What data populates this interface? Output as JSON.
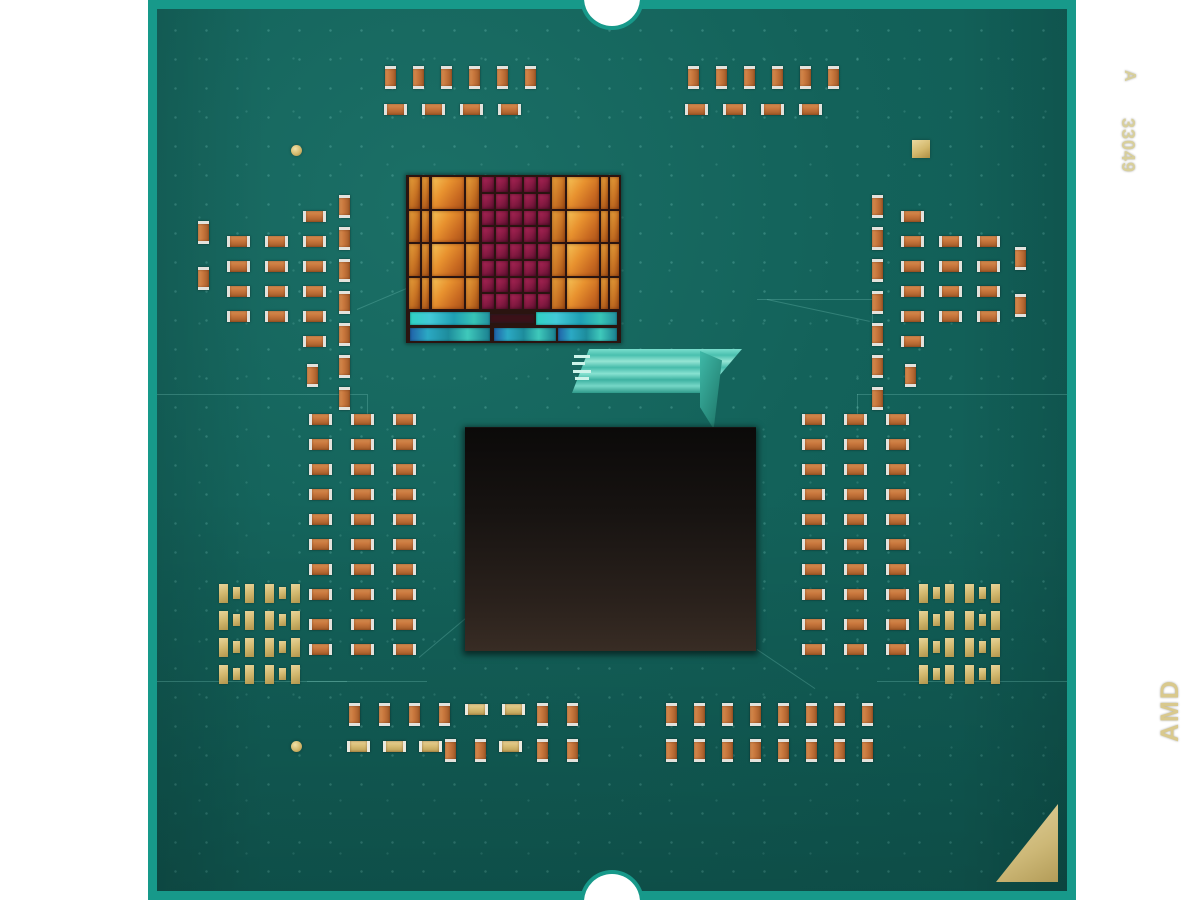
{
  "product": {
    "vendor": "AMD",
    "view": "cpu-substrate-top",
    "markings": {
      "lot_code": "33049",
      "revision_code": "A",
      "brand_text": "AMD"
    }
  },
  "colors": {
    "pcb_green": "#13625a",
    "edge_teal": "#17998a",
    "capacitor_copper": "#c7763c",
    "capacitor_terminal": "#e3e2dc",
    "gold_pad": "#d2b86e",
    "silkscreen": "#d8cf9b",
    "iod_black": "#171311",
    "die_core_orange": "#e8922f",
    "die_cache_magenta": "#8e1c46",
    "die_io_teal": "#2fd2c2",
    "background_white": "#ffffff"
  },
  "components": {
    "ccd_die": {
      "label": "core-complex-die",
      "core_columns": 4,
      "core_rows": 4,
      "cache_columns": 5,
      "cache_rows": 8,
      "io_strips": 6
    },
    "iod_chip": {
      "label": "io-die",
      "finish": "black-matte"
    },
    "interposer": {
      "label": "trace-ribbon"
    },
    "capacitor_groups": [
      {
        "name": "top-left-upper",
        "orientation": "vertical",
        "count": 6
      },
      {
        "name": "top-left-lower",
        "orientation": "horizontal",
        "count": 4
      },
      {
        "name": "top-right-upper",
        "orientation": "vertical",
        "count": 6
      },
      {
        "name": "top-right-lower",
        "orientation": "horizontal",
        "count": 4
      },
      {
        "name": "left-cluster",
        "orientation": "mixed",
        "count": 22
      },
      {
        "name": "right-cluster",
        "orientation": "mixed",
        "count": 22
      },
      {
        "name": "center-left-grid",
        "orientation": "horizontal",
        "columns": 3,
        "rows": 10
      },
      {
        "name": "center-right-grid",
        "orientation": "horizontal",
        "columns": 3,
        "rows": 10
      },
      {
        "name": "bottom-left-row",
        "orientation": "mixed",
        "count": 16
      },
      {
        "name": "bottom-right-row",
        "orientation": "vertical",
        "columns": 8,
        "rows": 2
      }
    ],
    "pad_arrays": [
      {
        "name": "left-test-pads",
        "columns": 6,
        "rows": 4
      },
      {
        "name": "right-test-pads",
        "columns": 6,
        "rows": 4
      }
    ],
    "fiducials": [
      {
        "name": "left-fiducial-dot",
        "shape": "circle"
      },
      {
        "name": "lower-left-fiducial-dot",
        "shape": "circle"
      },
      {
        "name": "right-fiducial-square",
        "shape": "square"
      }
    ],
    "notches": [
      {
        "name": "top-alignment-notch"
      },
      {
        "name": "bottom-alignment-notch"
      }
    ]
  }
}
